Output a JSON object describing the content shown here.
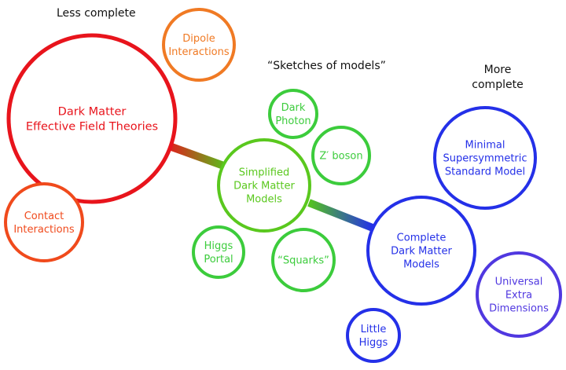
{
  "headers": {
    "less_complete": "Less complete",
    "sketches": "“Sketches of models”",
    "more_complete_1": "More",
    "more_complete_2": "complete"
  },
  "colors": {
    "red": "#e8141c",
    "orange_red": "#f04a1c",
    "orange": "#f07a24",
    "green": "#54c41c",
    "light_green": "#3ccc3c",
    "blue": "#2430e8",
    "purple_blue": "#5038e0",
    "background": "#ffffff"
  },
  "bubbles": {
    "eft": {
      "lines": [
        "Dark Matter",
        "Effective Field Theories"
      ],
      "color": "#e8141c"
    },
    "dipole": {
      "lines": [
        "Dipole",
        "Interactions"
      ],
      "color": "#f07a24"
    },
    "contact": {
      "lines": [
        "Contact",
        "Interactions"
      ],
      "color": "#f04a1c"
    },
    "simplified": {
      "lines": [
        "Simplified",
        "Dark Matter",
        "Models"
      ],
      "color": "#5ac81e"
    },
    "dark_photon": {
      "lines": [
        "Dark",
        "Photon"
      ],
      "color": "#3ccc3c"
    },
    "zprime": {
      "lines": [
        "Z′ boson"
      ],
      "color": "#3ccc3c"
    },
    "higgs_portal": {
      "lines": [
        "Higgs",
        "Portal"
      ],
      "color": "#3ccc3c"
    },
    "squarks": {
      "lines": [
        "“Squarks”"
      ],
      "color": "#3ccc3c"
    },
    "complete": {
      "lines": [
        "Complete",
        "Dark Matter",
        "Models"
      ],
      "color": "#2430e8"
    },
    "mssm": {
      "lines": [
        "Minimal",
        "Supersymmetric",
        "Standard Model"
      ],
      "color": "#2430e8"
    },
    "ued": {
      "lines": [
        "Universal",
        "Extra",
        "Dimensions"
      ],
      "color": "#5038e0"
    },
    "little_higgs": {
      "lines": [
        "Little",
        "Higgs"
      ],
      "color": "#2430e8"
    }
  }
}
